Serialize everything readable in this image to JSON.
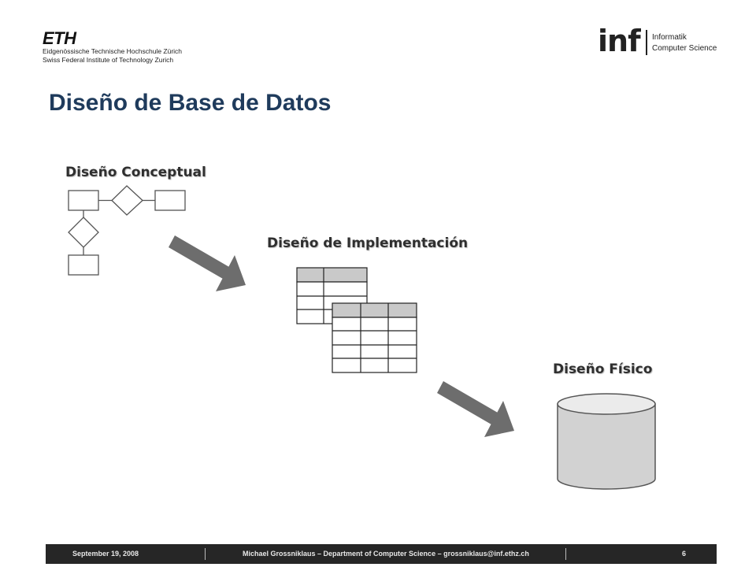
{
  "header": {
    "eth_logo_word": "ETH",
    "eth_line1": "Eidgenössische Technische Hochschule Zürich",
    "eth_line2": "Swiss Federal Institute of Technology Zurich",
    "inf_logo_word": "inf",
    "inf_line1": "Informatik",
    "inf_line2": "Computer Science"
  },
  "slide": {
    "title": "Diseño de Base de Datos",
    "stages": {
      "conceptual": "Diseño Conceptual",
      "implementation": "Diseño de Implementación",
      "physical": "Diseño Físico"
    }
  },
  "footer": {
    "date": "September 19, 2008",
    "author": "Michael Grossniklaus – Department of Computer Science – grossniklaus@inf.ethz.ch",
    "page": "6"
  }
}
